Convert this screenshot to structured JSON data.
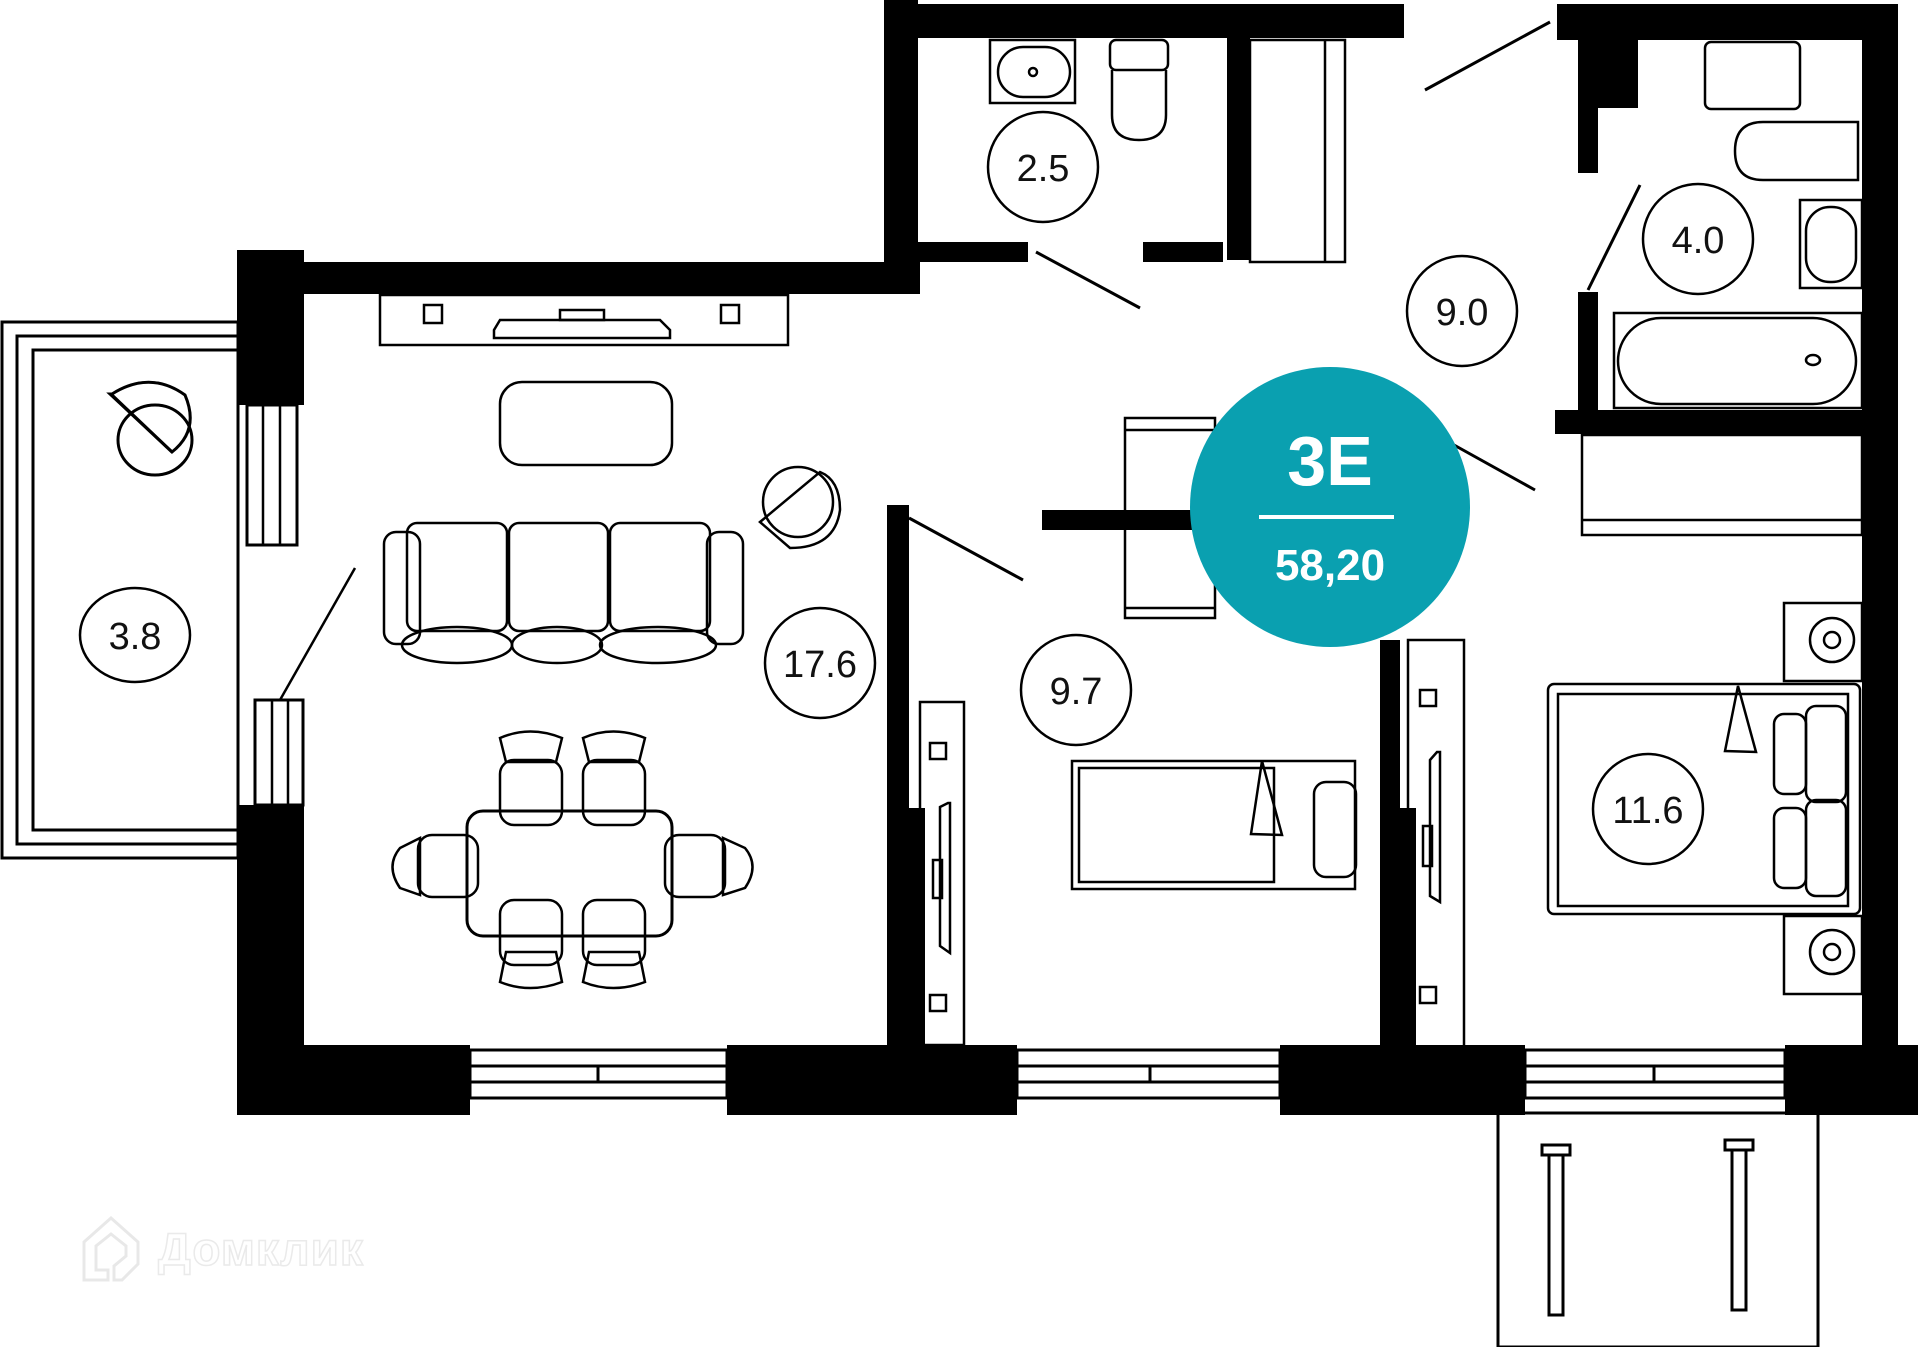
{
  "plan": {
    "apartment_code": "3E",
    "total_area": "58,20",
    "badge_color": "#0AA0B0",
    "wall_color": "#000000",
    "background": "#FFFFFF"
  },
  "rooms": [
    {
      "id": "balcony-left",
      "label": "3.8"
    },
    {
      "id": "living-room",
      "label": "17.6"
    },
    {
      "id": "toilet",
      "label": "2.5"
    },
    {
      "id": "hallway",
      "label": "9.0"
    },
    {
      "id": "bathroom",
      "label": "4.0"
    },
    {
      "id": "bedroom-small",
      "label": "9.7"
    },
    {
      "id": "bedroom-main",
      "label": "11.6"
    }
  ],
  "watermark": {
    "text": "Домклик",
    "icon": "house-logo-icon"
  }
}
